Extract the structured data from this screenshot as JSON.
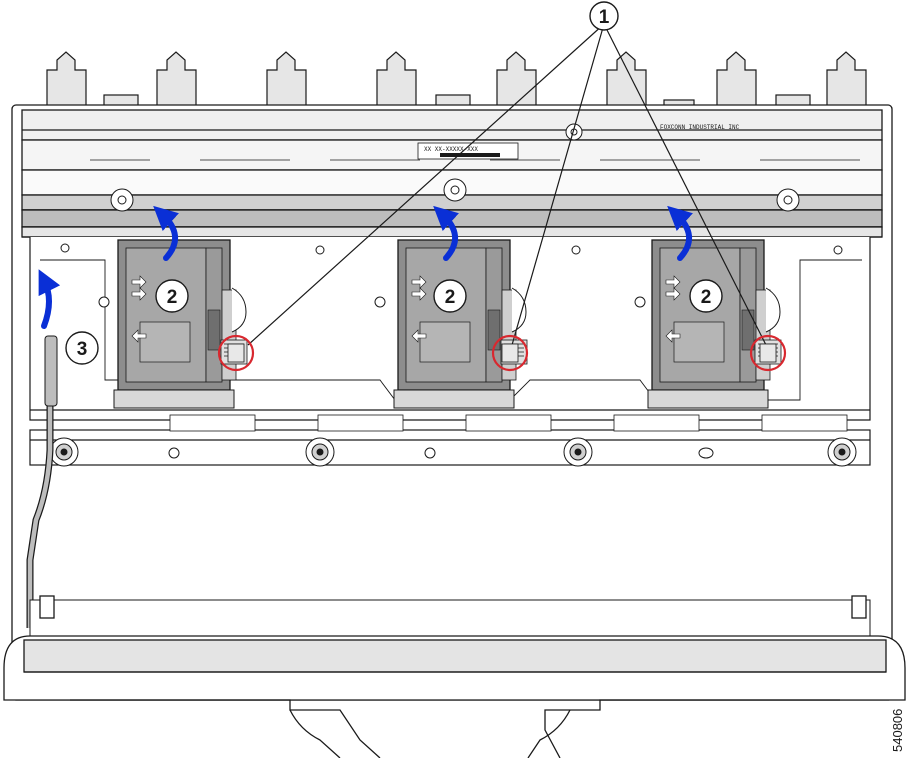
{
  "callouts": {
    "c1": "1",
    "c2a": "2",
    "c2b": "2",
    "c2c": "2",
    "c3": "3"
  },
  "figure_id": "540806",
  "board_label": "XX XX-XXXXX-XXX",
  "vendor_label": "FOXCONN INDUSTRIAL INC",
  "colors": {
    "arrow": "#0a2fd6",
    "highlight": "#d8282f",
    "module_fill": "#8d8d8d",
    "outline": "#1a1a1a",
    "light_gray": "#e6e6e6",
    "mid_gray": "#bdbdbd"
  }
}
